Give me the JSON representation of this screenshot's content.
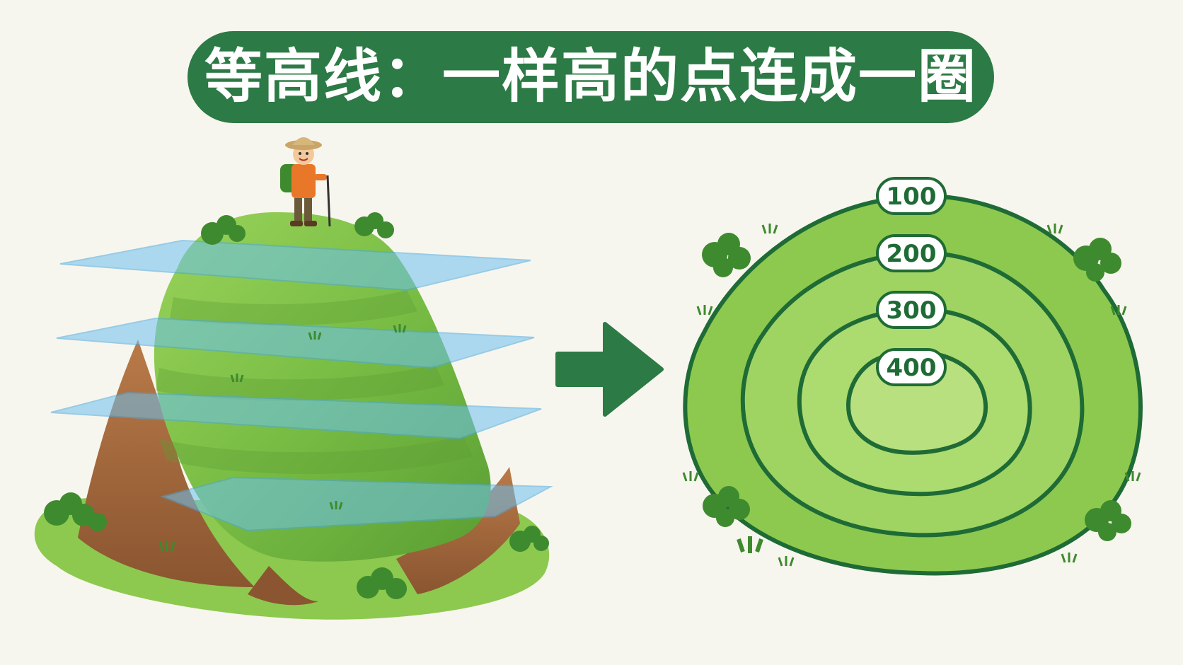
{
  "title": "等高线：一样高的点连成一圈",
  "contour_labels": [
    "100",
    "200",
    "300",
    "400"
  ],
  "colors": {
    "background": "#f7f6ee",
    "title_pill": "#2c7a45",
    "title_text": "#ffffff",
    "grass_light": "#8cc94e",
    "grass_mid": "#6fb33f",
    "grass_dark": "#4c8f2c",
    "soil": "#a76a3d",
    "water_plane": "#6ec1f0",
    "contour_line": "#1f6b36",
    "arrow": "#2c7a45"
  },
  "icons": {
    "hiker": "hiker-icon",
    "arrow": "arrow-right-icon",
    "bush": "bush-icon",
    "grass": "grass-tuft-icon"
  }
}
